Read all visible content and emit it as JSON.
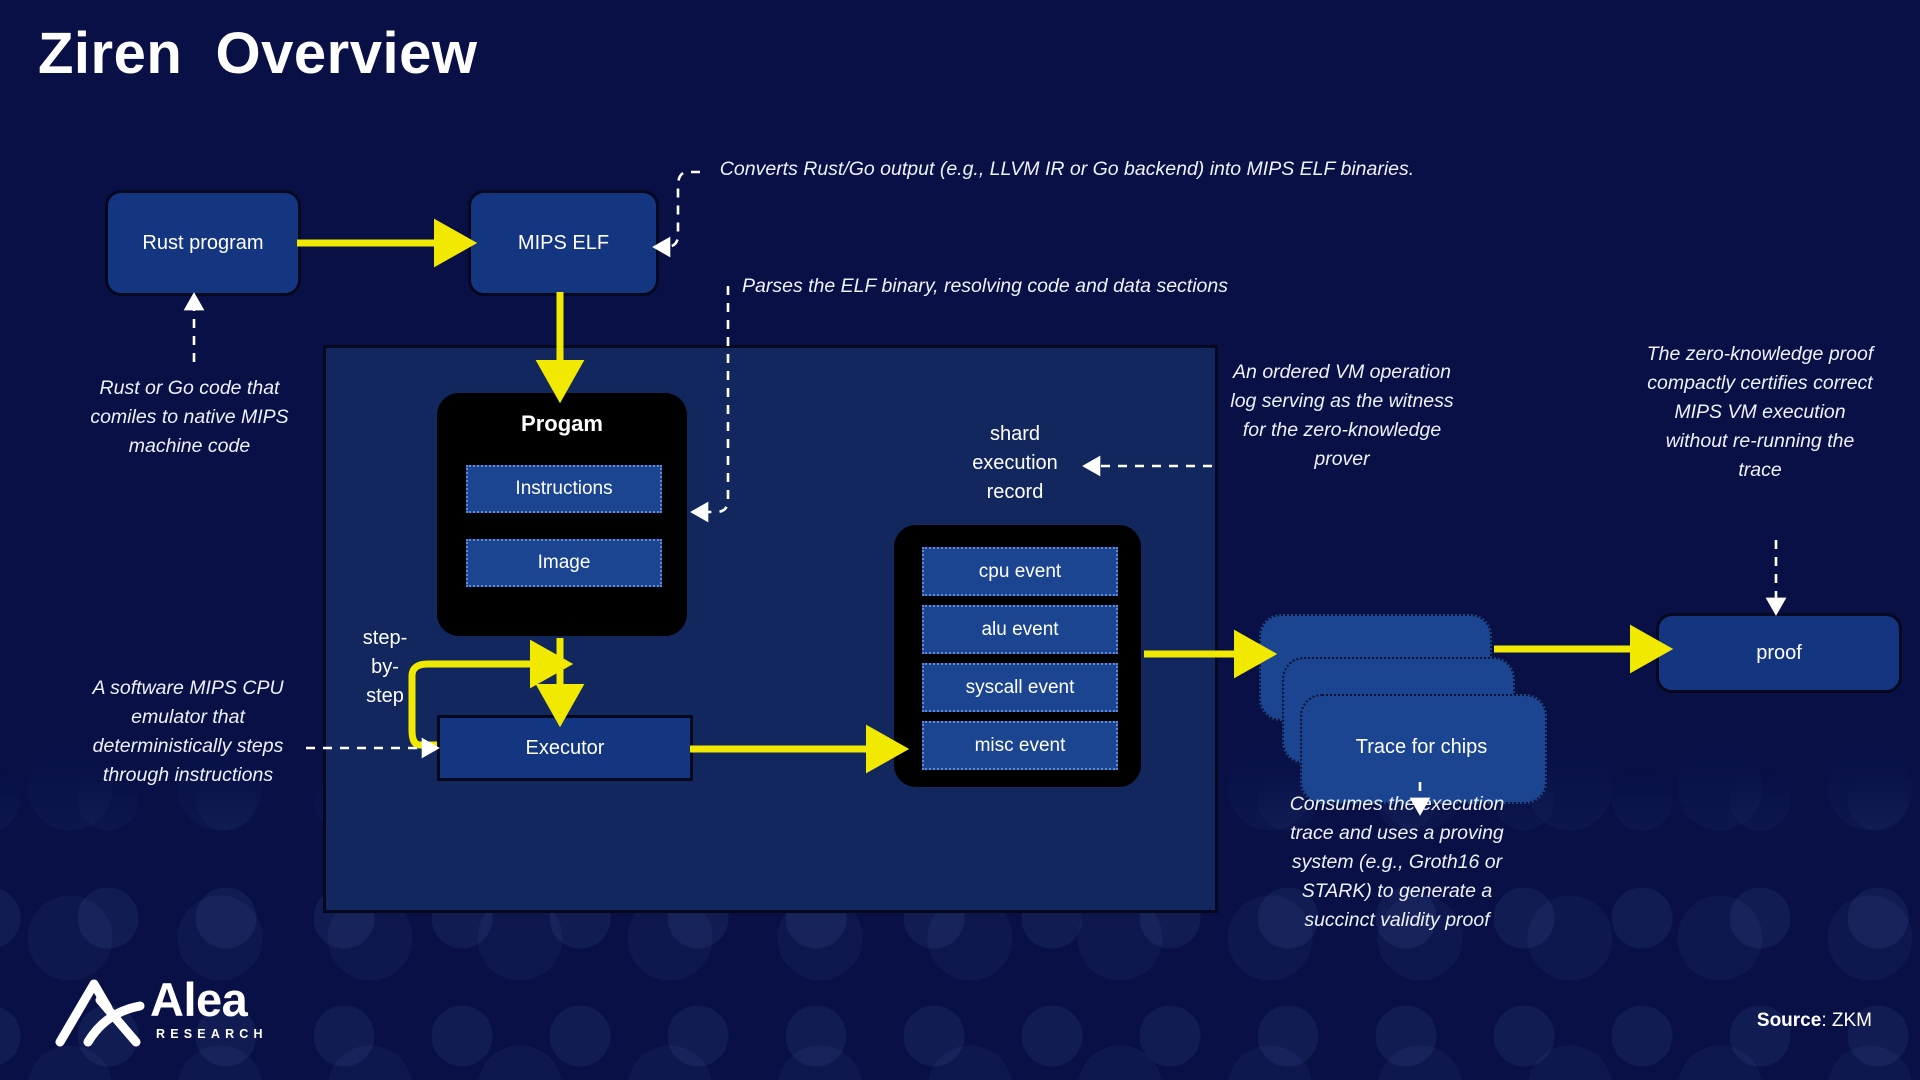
{
  "page": {
    "title": "Ziren  Overview",
    "background_color": "#081046",
    "accent_color": "#f2e900",
    "node_color": "#14357f",
    "panel_color": "#12275e"
  },
  "nodes": {
    "rust_program": "Rust program",
    "mips_elf": "MIPS ELF",
    "program_group_title": "Progam",
    "instructions": "Instructions",
    "image": "Image",
    "executor": "Executor",
    "shard_execution_record": "shard\nexecution\nrecord",
    "cpu_event": "cpu event",
    "alu_event": "alu event",
    "syscall_event": "syscall event",
    "misc_event": "misc event",
    "trace_for_chips": "Trace for chips",
    "proof": "proof",
    "step_by_step": "step-\nby-\nstep"
  },
  "notes": {
    "converts": "Converts Rust/Go output (e.g., LLVM IR or Go backend) into MIPS ELF binaries.",
    "parses": "Parses the ELF binary, resolving code and data sections",
    "rust_or_go": "Rust or Go code that comiles to native MIPS machine code",
    "software_mips": "A software MIPS CPU emulator that deterministically steps through instructions",
    "ordered_vm": "An ordered VM operation log serving as the witness for the zero-knowledge prover",
    "zero_knowledge": "The zero-knowledge proof compactly certifies correct MIPS VM execution without re-running the trace",
    "consumes": "Consumes the execution trace and uses a proving system (e.g., Groth16 or STARK) to generate a succinct validity proof"
  },
  "footer": {
    "logo_text": "Alea",
    "logo_subtext": "RESEARCH",
    "source_label": "Source",
    "source_value": ": ZKM"
  }
}
